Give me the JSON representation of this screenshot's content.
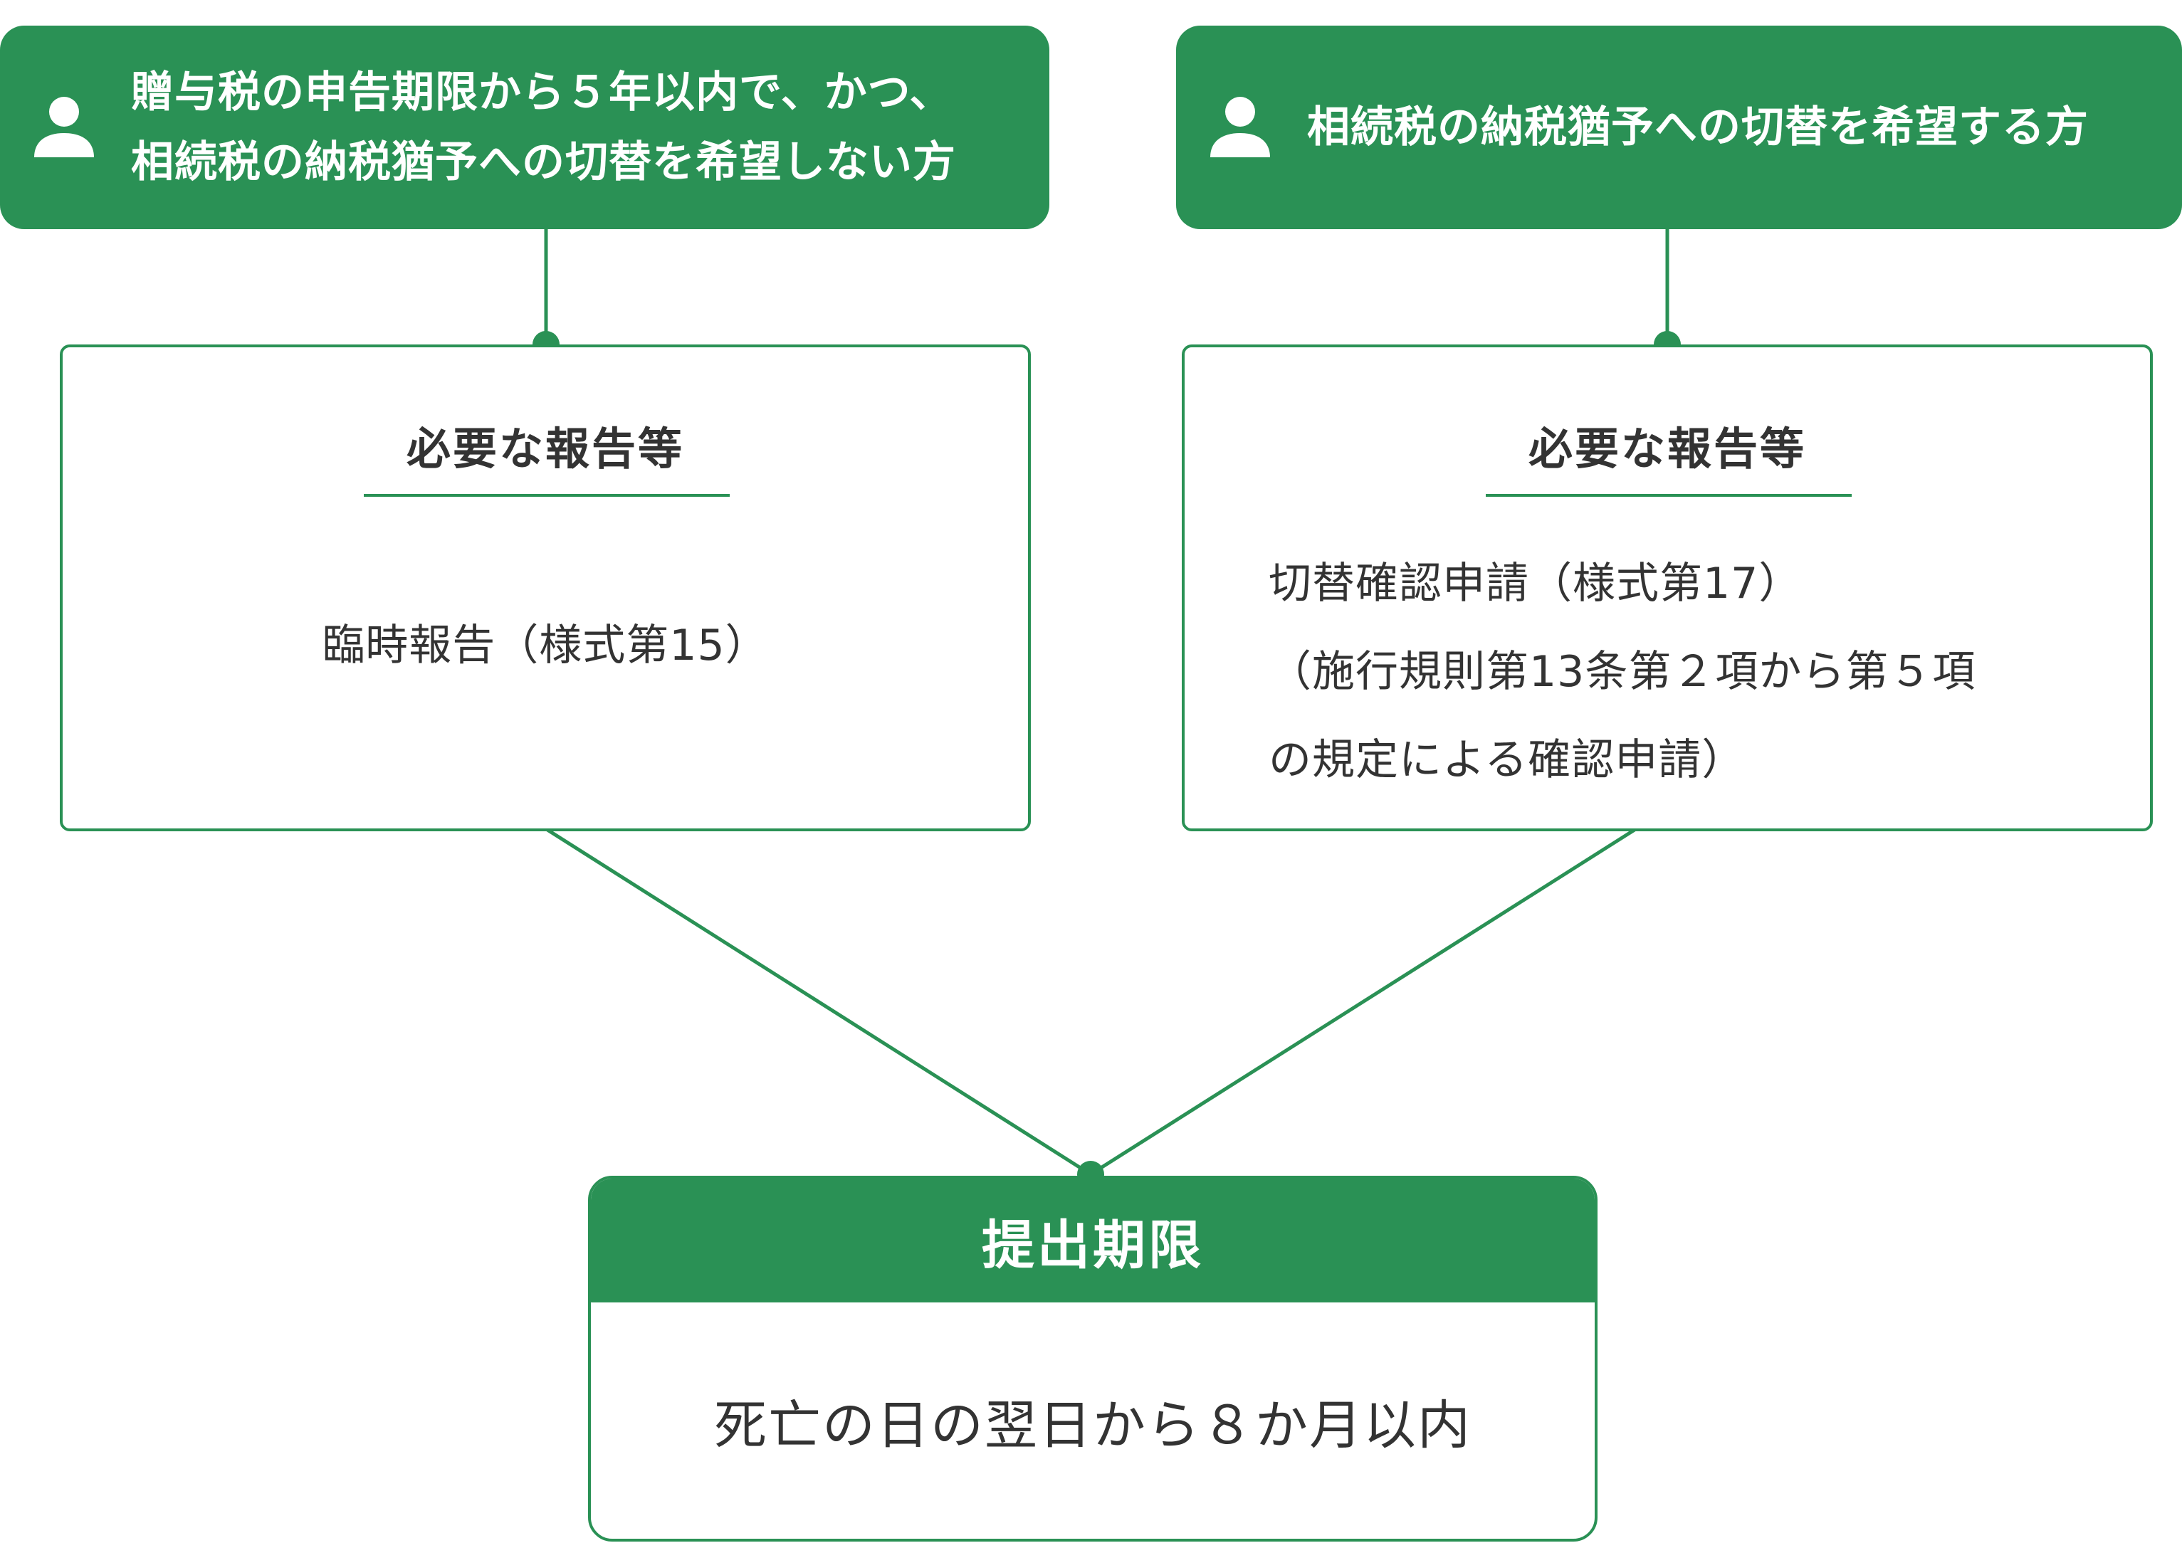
{
  "colors": {
    "accent": "#2a9155",
    "text": "#333333",
    "background": "#ffffff"
  },
  "left": {
    "header_lines": [
      "贈与税の申告期限から５年以内で、かつ、",
      "相続税の納税猶予への切替を希望しない方"
    ],
    "icon": "person-icon",
    "report_title": "必要な報告等",
    "report_lines": [
      "臨時報告（様式第15）"
    ]
  },
  "right": {
    "header_lines": [
      "相続税の納税猶予への切替を希望する方"
    ],
    "icon": "person-icon",
    "report_title": "必要な報告等",
    "report_lines": [
      "切替確認申請（様式第17）",
      "（施行規則第13条第２項から第５項",
      "の規定による確認申請）"
    ]
  },
  "deadline": {
    "title": "提出期限",
    "value": "死亡の日の翌日から８か月以内"
  }
}
